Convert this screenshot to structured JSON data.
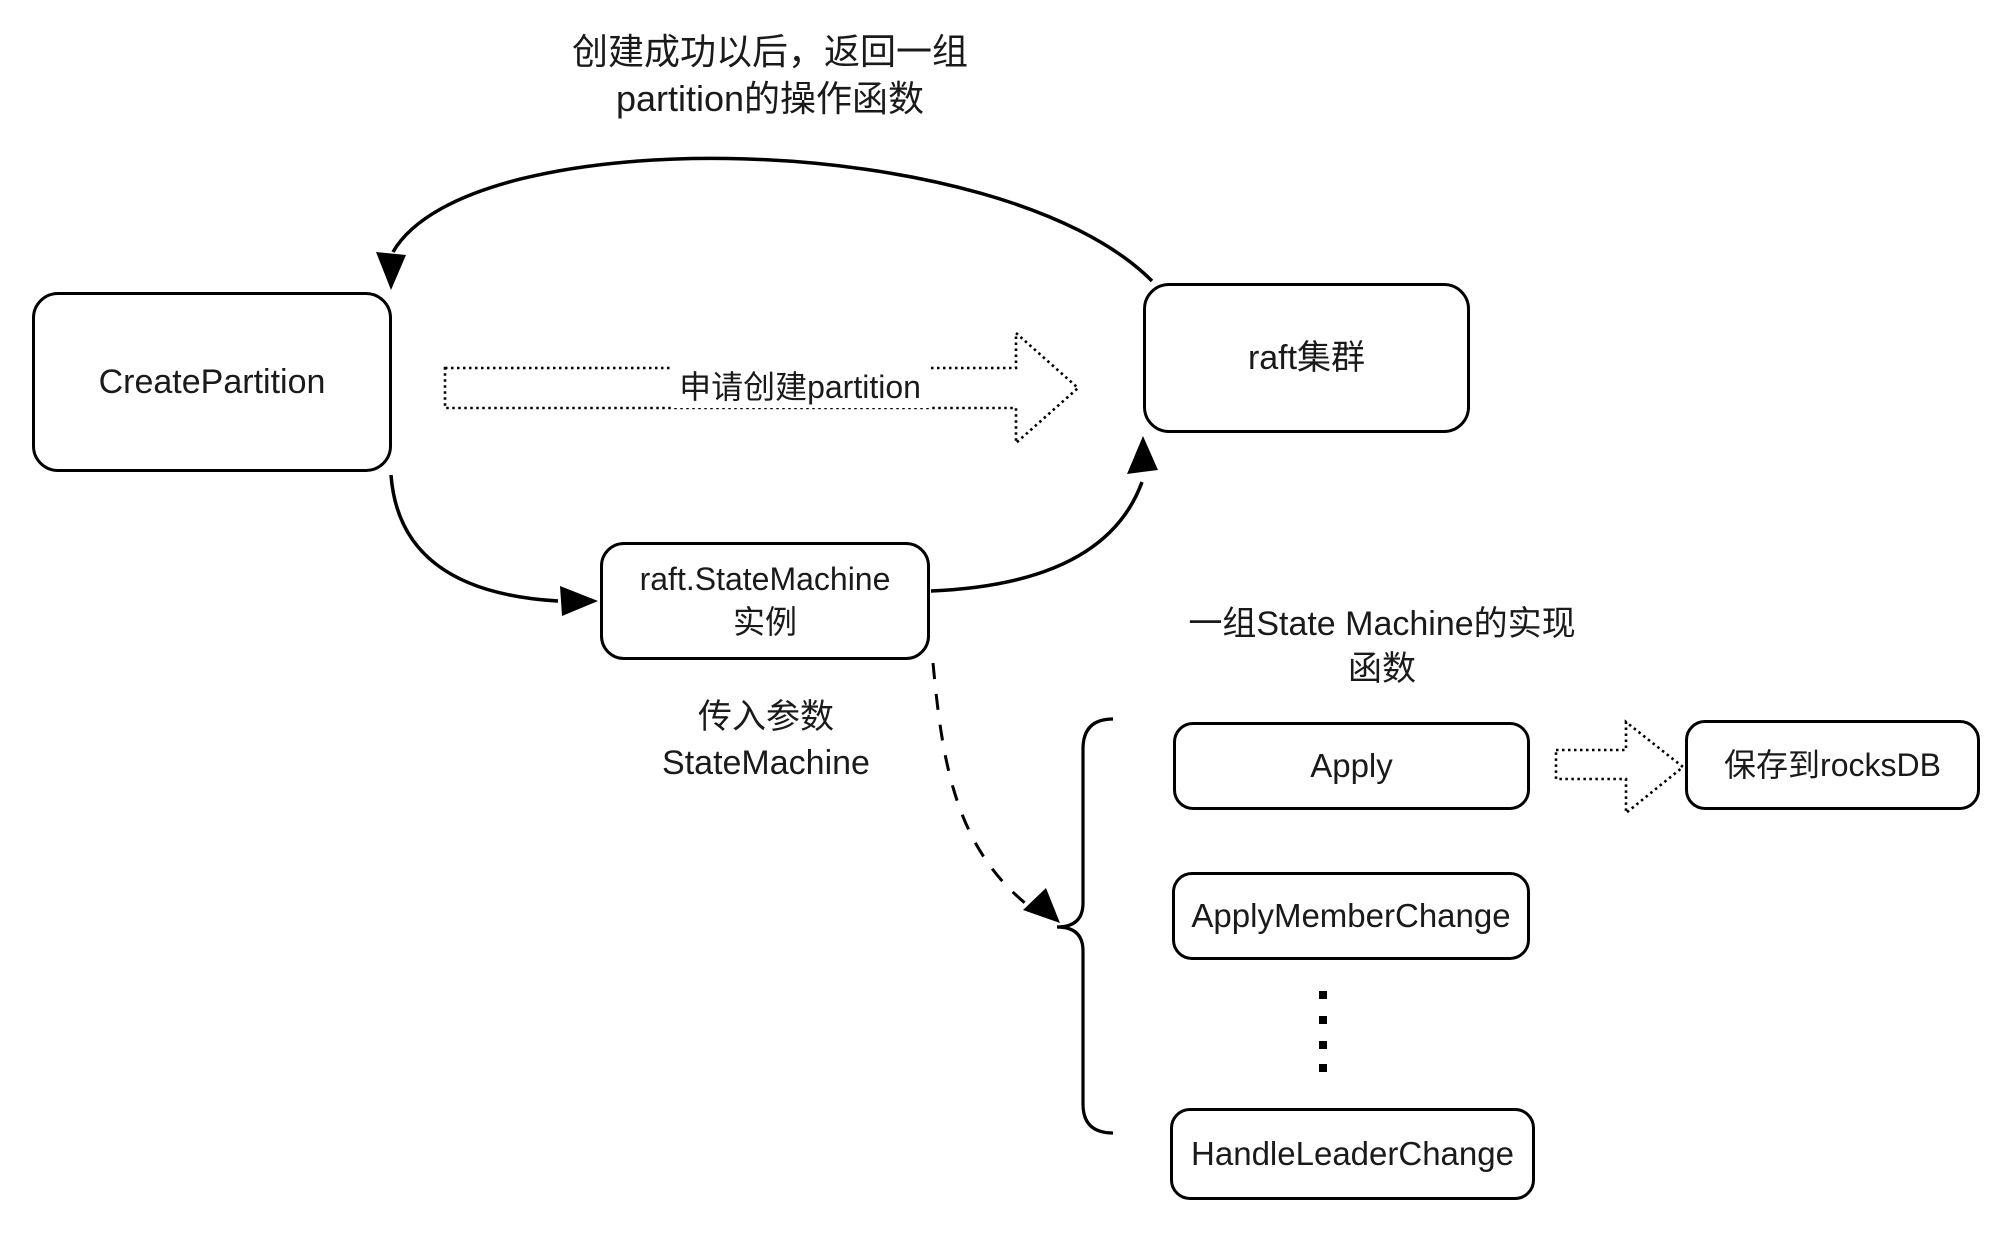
{
  "nodes": {
    "create_partition": {
      "label": "CreatePartition"
    },
    "raft_cluster": {
      "label": "raft集群"
    },
    "state_machine_instance": {
      "line1": "raft.StateMachine",
      "line2": "实例"
    },
    "apply": {
      "label": "Apply"
    },
    "apply_member_change": {
      "label": "ApplyMemberChange"
    },
    "handle_leader_change": {
      "label": "HandleLeaderChange"
    },
    "save_to_rocksdb": {
      "label": "保存到rocksDB"
    }
  },
  "annotations": {
    "create_success_note": {
      "line1": "创建成功以后，返回一组",
      "line2": "partition的操作函数"
    },
    "request_create_partition": {
      "label": "申请创建partition"
    },
    "pass_param_note": {
      "line1": "传入参数",
      "line2": "StateMachine"
    },
    "impl_functions_note": {
      "line1": "一组State Machine的实现",
      "line2": "函数"
    }
  },
  "colors": {
    "line": "#000000",
    "text": "#1a1a1a",
    "background": "#ffffff"
  }
}
